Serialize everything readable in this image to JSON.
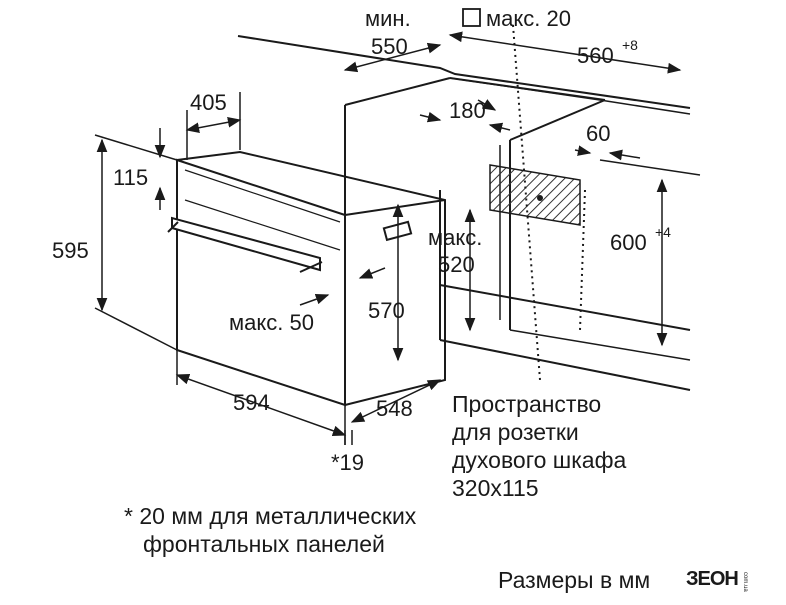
{
  "dimensions": {
    "min_label": "мин.",
    "d550": "550",
    "max20": "макс. 20",
    "d560": "560",
    "d560_sup": "+8",
    "d405": "405",
    "d180": "180",
    "d60": "60",
    "d115": "115",
    "d595": "595",
    "max_label": "макс.",
    "d520": "520",
    "d600": "600",
    "d600_sup": "+4",
    "max50": "макс. 50",
    "d570": "570",
    "d594": "594",
    "d548": "548",
    "d19": "*19"
  },
  "socket_note": [
    "Пространство",
    "для розетки",
    "духового шкафа",
    "320x115"
  ],
  "footnote": [
    "* 20 мм для металлических",
    "фронтальных панелей"
  ],
  "units_note": "Размеры в мм",
  "brand": {
    "name": "ЗЕОН",
    "suffix": "com.ua"
  },
  "colors": {
    "line": "#1a1a1a",
    "hatch": "#333333",
    "background": "#ffffff"
  }
}
